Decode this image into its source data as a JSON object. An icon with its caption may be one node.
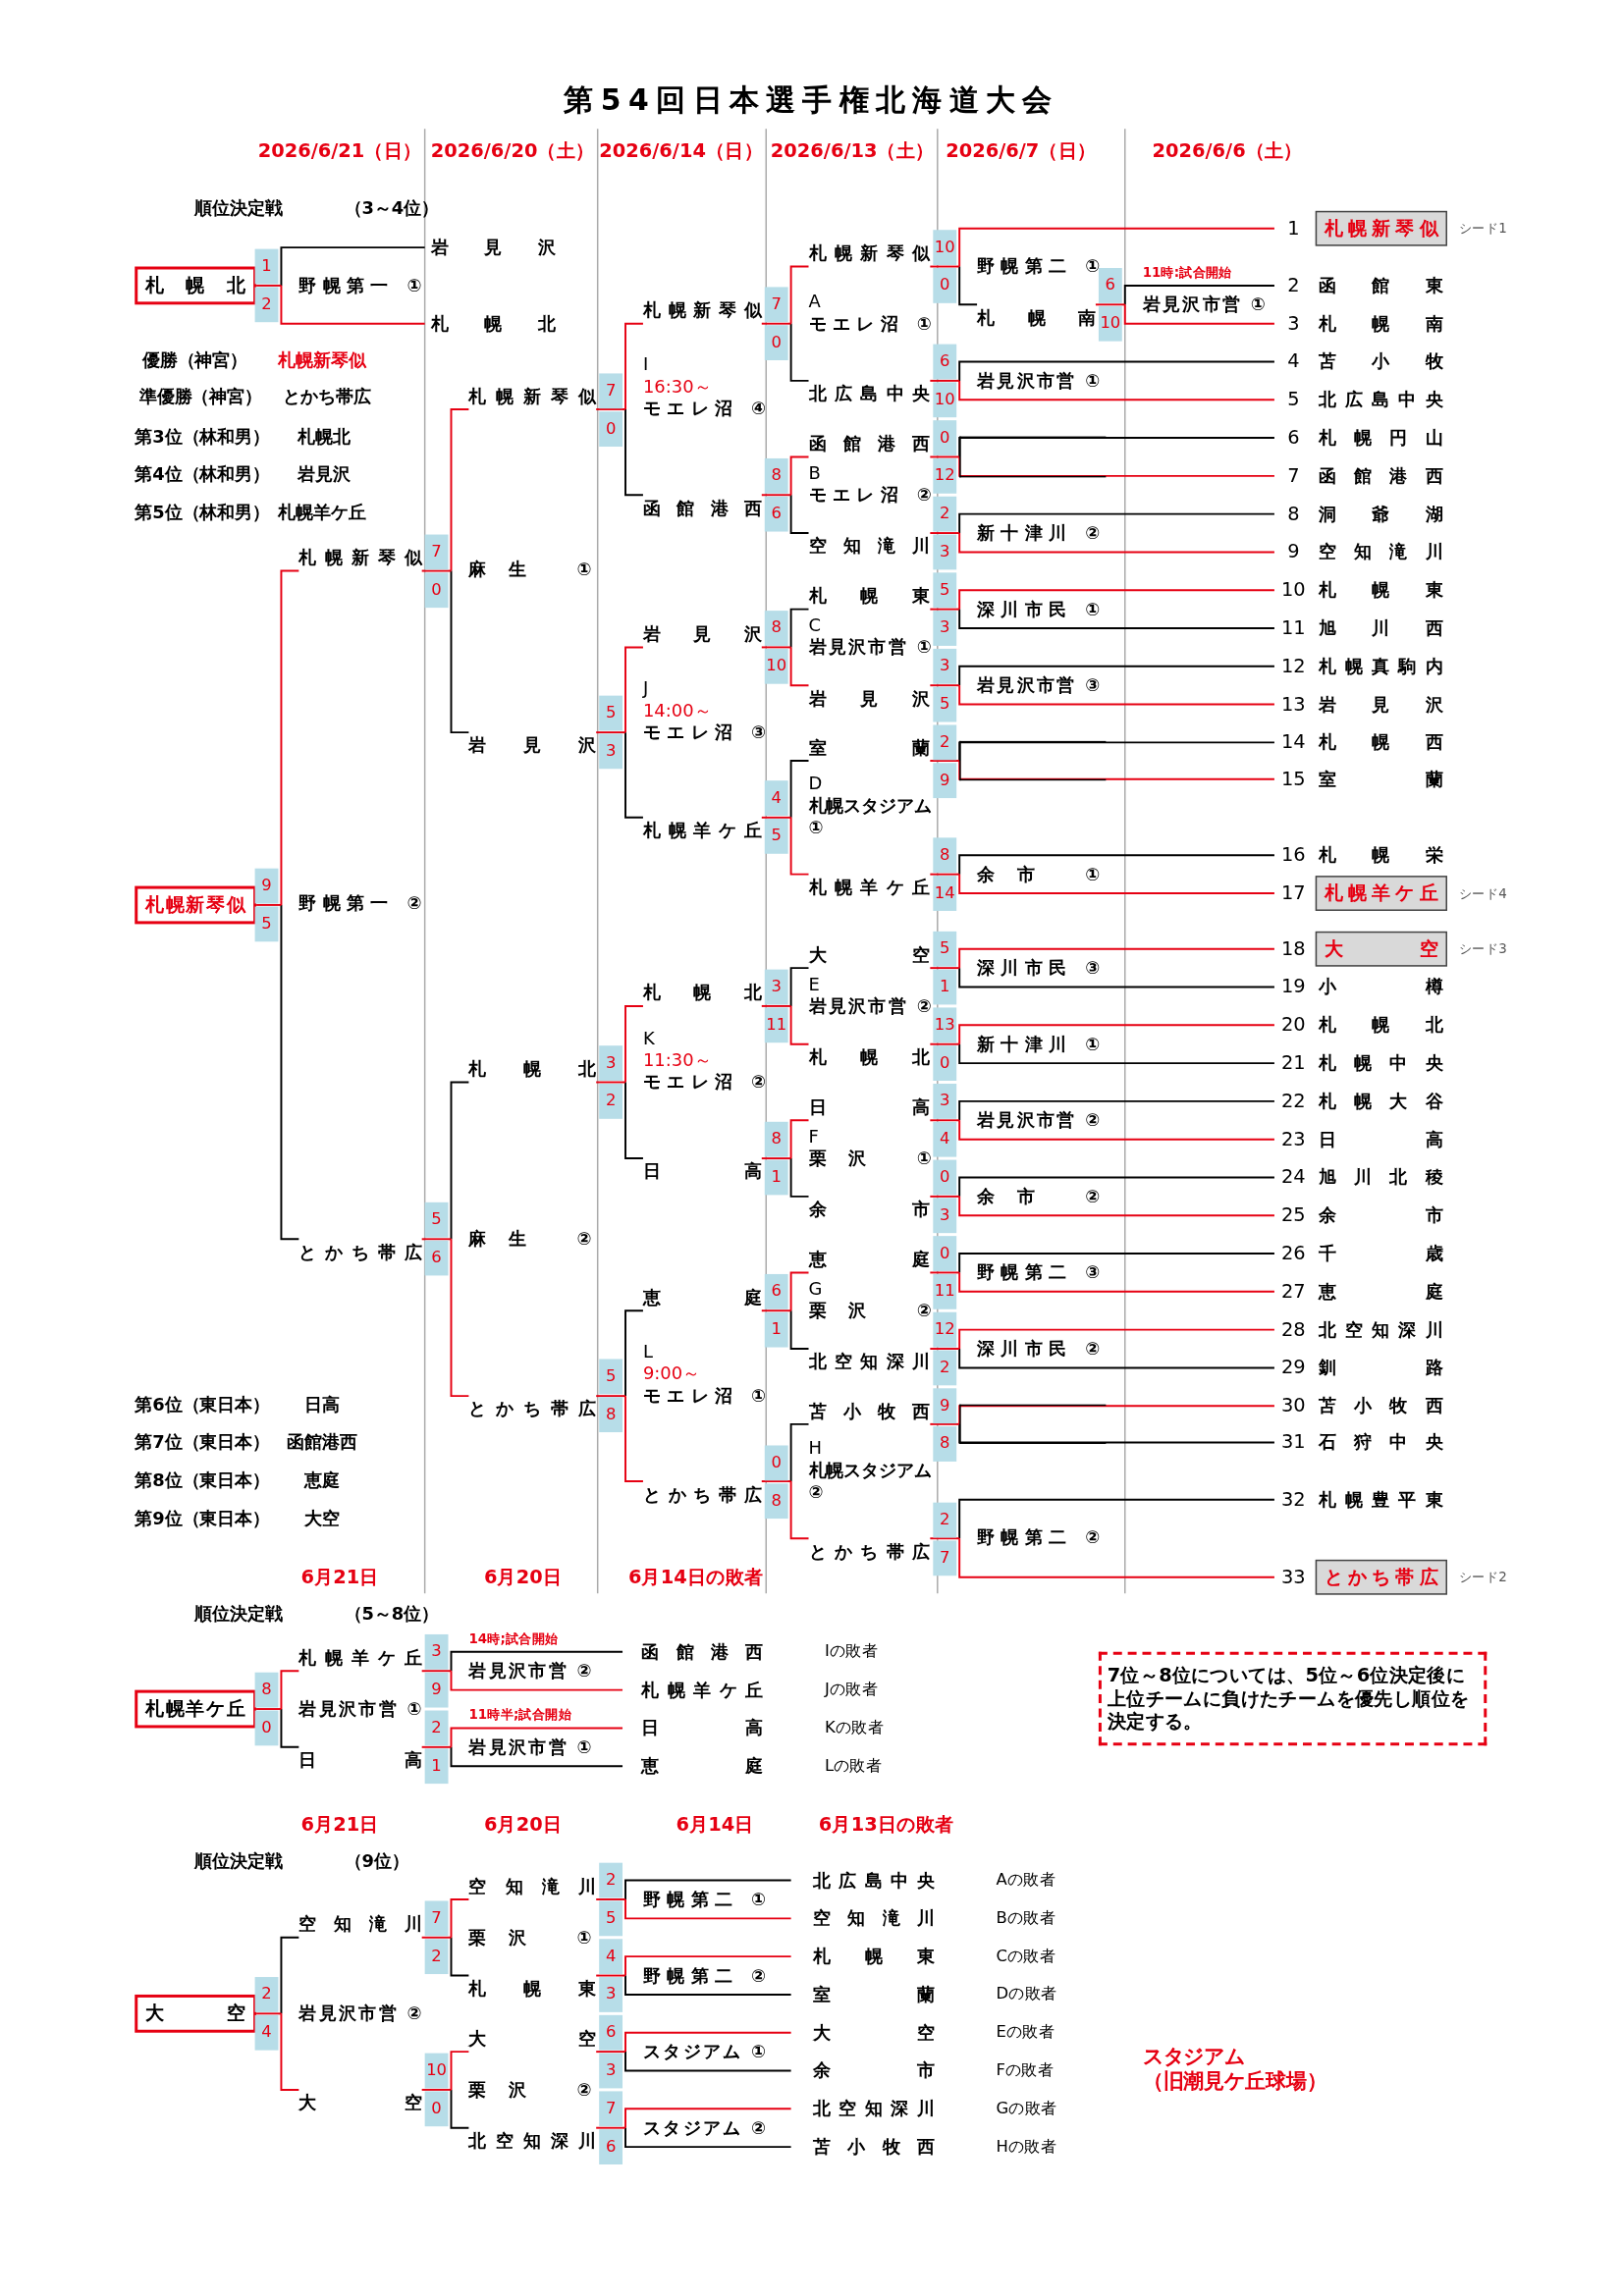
{
  "diagram": {
    "title": "第54回日本選手権北海道大会",
    "nodes": [
      {
        "text": [
          "札幌北"
        ]
      },
      {
        "text": [
          "野幌第一 ①"
        ]
      },
      {
        "text": [
          "岩見沢"
        ]
      },
      {
        "text": [
          "札幌北"
        ]
      },
      {
        "text": [
          "札幌新琴似"
        ]
      },
      {
        "text": [
          "野幌第一 ②"
        ]
      },
      {
        "text": [
          "札幌新琴似"
        ]
      },
      {
        "text": [
          "とかち帯広"
        ]
      },
      {
        "text": [
          "麻生 ①"
        ]
      },
      {
        "text": [
          "麻生 ②"
        ]
      },
      {
        "text": [
          "札幌新琴似"
        ]
      },
      {
        "text": [
          "岩見沢"
        ]
      },
      {
        "text": [
          "札幌北"
        ]
      },
      {
        "text": [
          "とかち帯広"
        ]
      },
      {
        "text": [
          "I",
          "16:30～",
          "モエレ沼 ④"
        ]
      },
      {
        "text": [
          "J",
          "14:00～",
          "モエレ沼 ③"
        ]
      },
      {
        "text": [
          "K",
          "11:30～",
          "モエレ沼 ②"
        ]
      },
      {
        "text": [
          "L",
          "9:00～",
          "モエレ沼 ①"
        ]
      },
      {
        "text": [
          "札幌新琴似"
        ]
      },
      {
        "text": [
          "函館港西"
        ]
      },
      {
        "text": [
          "岩見沢"
        ]
      },
      {
        "text": [
          "札幌羊ケ丘"
        ]
      },
      {
        "text": [
          "札幌北"
        ]
      },
      {
        "text": [
          "日高"
        ]
      },
      {
        "text": [
          "恵庭"
        ]
      },
      {
        "text": [
          "とかち帯広"
        ]
      },
      {
        "text": [
          "A",
          "モエレ沼 ①"
        ]
      },
      {
        "text": [
          "B",
          "モエレ沼 ②"
        ]
      },
      {
        "text": [
          "C",
          "岩見沢市営 ①"
        ]
      },
      {
        "text": [
          "D",
          "札幌スタジアム ①"
        ]
      },
      {
        "text": [
          "E",
          "岩見沢市営 ②"
        ]
      },
      {
        "text": [
          "F",
          "栗沢 ①"
        ]
      },
      {
        "text": [
          "G",
          "栗沢 ②"
        ]
      },
      {
        "text": [
          "H",
          "札幌スタジアム ②"
        ]
      },
      {
        "text": [
          "札幌新琴似"
        ]
      },
      {
        "text": [
          "北広島中央"
        ]
      },
      {
        "text": [
          "函館港西"
        ]
      },
      {
        "text": [
          "空知滝川"
        ]
      },
      {
        "text": [
          "札幌東"
        ]
      },
      {
        "text": [
          "岩見沢"
        ]
      },
      {
        "text": [
          "室蘭"
        ]
      },
      {
        "text": [
          "札幌羊ケ丘"
        ]
      },
      {
        "text": [
          "大空"
        ]
      },
      {
        "text": [
          "札幌北"
        ]
      },
      {
        "text": [
          "日高"
        ]
      },
      {
        "text": [
          "余市"
        ]
      },
      {
        "text": [
          "恵庭"
        ]
      },
      {
        "text": [
          "北空知深川"
        ]
      },
      {
        "text": [
          "苫小牧西"
        ]
      },
      {
        "text": [
          "とかち帯広"
        ]
      },
      {
        "text": [
          "野幌第二 ①"
        ]
      },
      {
        "text": [
          "岩見沢市営 ①"
        ]
      },
      {
        "text": [],
        "shape": "bracket"
      },
      {
        "text": [
          "新十津川 ②"
        ]
      },
      {
        "text": [
          "深川市民 ①"
        ]
      },
      {
        "text": [
          "岩見沢市営 ③"
        ]
      },
      {
        "text": [],
        "shape": "bracket"
      },
      {
        "text": [
          "余市 ①"
        ]
      },
      {
        "text": [
          "深川市民 ③"
        ]
      },
      {
        "text": [
          "新十津川 ①"
        ]
      },
      {
        "text": [
          "岩見沢市営 ②"
        ]
      },
      {
        "text": [
          "余市 ②"
        ]
      },
      {
        "text": [
          "野幌第二 ③"
        ]
      },
      {
        "text": [
          "深川市民 ②"
        ]
      },
      {
        "text": [],
        "shape": "bracket"
      },
      {
        "text": [
          "野幌第二 ②"
        ]
      },
      {
        "text": [
          "札幌南"
        ]
      },
      {
        "text": [
          "11時:試合開始",
          "岩見沢市営 ①"
        ]
      },
      {
        "text": [
          "札幌新琴似"
        ],
        "beside": [
          "1",
          "シード1"
        ]
      },
      {
        "text": [
          "函館東"
        ],
        "beside": [
          "2"
        ]
      },
      {
        "text": [
          "札幌南"
        ],
        "beside": [
          "3"
        ]
      },
      {
        "text": [
          "苫小牧"
        ],
        "beside": [
          "4"
        ]
      },
      {
        "text": [
          "北広島中央"
        ],
        "beside": [
          "5"
        ]
      },
      {
        "text": [
          "札幌円山"
        ],
        "beside": [
          "6"
        ]
      },
      {
        "text": [
          "函館港西"
        ],
        "beside": [
          "7"
        ]
      },
      {
        "text": [
          "洞爺湖"
        ],
        "beside": [
          "8"
        ]
      },
      {
        "text": [
          "空知滝川"
        ],
        "beside": [
          "9"
        ]
      },
      {
        "text": [
          "札幌東"
        ],
        "beside": [
          "10"
        ]
      },
      {
        "text": [
          "旭川西"
        ],
        "beside": [
          "11"
        ]
      },
      {
        "text": [
          "札幌真駒内"
        ],
        "beside": [
          "12"
        ]
      },
      {
        "text": [
          "岩見沢"
        ],
        "beside": [
          "13"
        ]
      },
      {
        "text": [
          "札幌西"
        ],
        "beside": [
          "14"
        ]
      },
      {
        "text": [
          "室蘭"
        ],
        "beside": [
          "15"
        ]
      },
      {
        "text": [
          "札幌栄"
        ],
        "beside": [
          "16"
        ]
      },
      {
        "text": [
          "札幌羊ケ丘"
        ],
        "beside": [
          "17",
          "シード4"
        ]
      },
      {
        "text": [
          "大空"
        ],
        "beside": [
          "18",
          "シード3"
        ]
      },
      {
        "text": [
          "小樽"
        ],
        "beside": [
          "19"
        ]
      },
      {
        "text": [
          "札幌北"
        ],
        "beside": [
          "20"
        ]
      },
      {
        "text": [
          "札幌中央"
        ],
        "beside": [
          "21"
        ]
      },
      {
        "text": [
          "札幌大谷"
        ],
        "beside": [
          "22"
        ]
      },
      {
        "text": [
          "日高"
        ],
        "beside": [
          "23"
        ]
      },
      {
        "text": [
          "旭川北稜"
        ],
        "beside": [
          "24"
        ]
      },
      {
        "text": [
          "余市"
        ],
        "beside": [
          "25"
        ]
      },
      {
        "text": [
          "千歳"
        ],
        "beside": [
          "26"
        ]
      },
      {
        "text": [
          "恵庭"
        ],
        "beside": [
          "27"
        ]
      },
      {
        "text": [
          "北空知深川"
        ],
        "beside": [
          "28"
        ]
      },
      {
        "text": [
          "釧路"
        ],
        "beside": [
          "29"
        ]
      },
      {
        "text": [
          "苫小牧西"
        ],
        "beside": [
          "30"
        ]
      },
      {
        "text": [
          "石狩中央"
        ],
        "beside": [
          "31"
        ]
      },
      {
        "text": [
          "札幌豊平東"
        ],
        "beside": [
          "32"
        ]
      },
      {
        "text": [
          "とかち帯広"
        ],
        "beside": [
          "33",
          "シード2"
        ]
      },
      {
        "text": [
          "札幌羊ケ丘"
        ]
      },
      {
        "text": [
          "岩見沢市営 ①"
        ]
      },
      {
        "text": [
          "札幌羊ケ丘"
        ]
      },
      {
        "text": [
          "日高"
        ]
      },
      {
        "text": [
          "14時;試合開始",
          "岩見沢市営 ②"
        ]
      },
      {
        "text": [
          "11時半;試合開始",
          "岩見沢市営 ①"
        ]
      },
      {
        "text": [
          "函館港西"
        ],
        "beside": [
          "Iの敗者"
        ]
      },
      {
        "text": [
          "札幌羊ケ丘"
        ],
        "beside": [
          "Jの敗者"
        ]
      },
      {
        "text": [
          "日高"
        ],
        "beside": [
          "Kの敗者"
        ]
      },
      {
        "text": [
          "恵庭"
        ],
        "beside": [
          "Lの敗者"
        ]
      },
      {
        "text": [
          "大空"
        ]
      },
      {
        "text": [
          "岩見沢市営 ②"
        ]
      },
      {
        "text": [
          "空知滝川"
        ]
      },
      {
        "text": [
          "大空"
        ]
      },
      {
        "text": [
          "栗沢 ①"
        ]
      },
      {
        "text": [
          "栗沢 ②"
        ]
      },
      {
        "text": [
          "空知滝川"
        ]
      },
      {
        "text": [
          "札幌東"
        ]
      },
      {
        "text": [
          "大空"
        ]
      },
      {
        "text": [
          "北空知深川"
        ]
      },
      {
        "text": [
          "野幌第二 ①"
        ]
      },
      {
        "text": [
          "野幌第二 ②"
        ]
      },
      {
        "text": [
          "スタジアム ①"
        ]
      },
      {
        "text": [
          "スタジアム ②"
        ]
      },
      {
        "text": [
          "北広島中央"
        ],
        "beside": [
          "Aの敗者"
        ]
      },
      {
        "text": [
          "空知滝川"
        ],
        "beside": [
          "Bの敗者"
        ]
      },
      {
        "text": [
          "札幌東"
        ],
        "beside": [
          "Cの敗者"
        ]
      },
      {
        "text": [
          "室蘭"
        ],
        "beside": [
          "Dの敗者"
        ]
      },
      {
        "text": [
          "大空"
        ],
        "beside": [
          "Eの敗者"
        ]
      },
      {
        "text": [
          "余市"
        ],
        "beside": [
          "Fの敗者"
        ]
      },
      {
        "text": [
          "北空知深川"
        ],
        "beside": [
          "Gの敗者"
        ]
      },
      {
        "text": [
          "苫小牧西"
        ],
        "beside": [
          "Hの敗者"
        ]
      },
      {
        "text": [
          "7位～8位については、5位～6位決定後に上位チームに負けたチームを優先し順位を決定する。"
        ]
      }
    ],
    "edges": [
      {
        "from": 2,
        "to": 1,
        "arrow": "none",
        "label": "1",
        "color": "#000000"
      },
      {
        "from": 3,
        "to": 1,
        "arrow": "none",
        "label": "2"
      },
      {
        "from": 1,
        "to": 0,
        "arrow": "none"
      },
      {
        "from": 6,
        "to": 5,
        "arrow": "none",
        "label": "9"
      },
      {
        "from": 7,
        "to": 5,
        "arrow": "none",
        "label": "5",
        "color": "#000000"
      },
      {
        "from": 5,
        "to": 4,
        "arrow": "none"
      },
      {
        "from": 10,
        "to": 8,
        "arrow": "none",
        "label": "7"
      },
      {
        "from": 11,
        "to": 8,
        "arrow": "none",
        "label": "0",
        "color": "#000000"
      },
      {
        "from": 8,
        "to": 6,
        "arrow": "none"
      },
      {
        "from": 12,
        "to": 9,
        "arrow": "none",
        "label": "5",
        "color": "#000000"
      },
      {
        "from": 13,
        "to": 9,
        "arrow": "none",
        "label": "6"
      },
      {
        "from": 9,
        "to": 7,
        "arrow": "none"
      },
      {
        "from": 18,
        "to": 14,
        "arrow": "none",
        "label": "7"
      },
      {
        "from": 19,
        "to": 14,
        "arrow": "none",
        "label": "0",
        "color": "#000000"
      },
      {
        "from": 14,
        "to": 10,
        "arrow": "none"
      },
      {
        "from": 20,
        "to": 15,
        "arrow": "none",
        "label": "5"
      },
      {
        "from": 21,
        "to": 15,
        "arrow": "none",
        "label": "3",
        "color": "#000000"
      },
      {
        "from": 15,
        "to": 11,
        "arrow": "none"
      },
      {
        "from": 22,
        "to": 16,
        "arrow": "none",
        "label": "3"
      },
      {
        "from": 23,
        "to": 16,
        "arrow": "none",
        "label": "2",
        "color": "#000000"
      },
      {
        "from": 16,
        "to": 12,
        "arrow": "none"
      },
      {
        "from": 24,
        "to": 17,
        "arrow": "none",
        "label": "5",
        "color": "#000000"
      },
      {
        "from": 25,
        "to": 17,
        "arrow": "none",
        "label": "8"
      },
      {
        "from": 17,
        "to": 13,
        "arrow": "none"
      },
      {
        "from": 34,
        "to": 26,
        "arrow": "none",
        "label": "7"
      },
      {
        "from": 35,
        "to": 26,
        "arrow": "none",
        "label": "0",
        "color": "#000000"
      },
      {
        "from": 26,
        "to": 18,
        "arrow": "none"
      },
      {
        "from": 36,
        "to": 27,
        "arrow": "none",
        "label": "8"
      },
      {
        "from": 37,
        "to": 27,
        "arrow": "none",
        "label": "6",
        "color": "#000000"
      },
      {
        "from": 27,
        "to": 19,
        "arrow": "none"
      },
      {
        "from": 38,
        "to": 28,
        "arrow": "none",
        "label": "8",
        "color": "#000000"
      },
      {
        "from": 39,
        "to": 28,
        "arrow": "none",
        "label": "10"
      },
      {
        "from": 28,
        "to": 20,
        "arrow": "none"
      },
      {
        "from": 40,
        "to": 29,
        "arrow": "none",
        "label": "4",
        "color": "#000000"
      },
      {
        "from": 41,
        "to": 29,
        "arrow": "none",
        "label": "5"
      },
      {
        "from": 29,
        "to": 21,
        "arrow": "none"
      },
      {
        "from": 42,
        "to": 30,
        "arrow": "none",
        "label": "3",
        "color": "#000000"
      },
      {
        "from": 43,
        "to": 30,
        "arrow": "none",
        "label": "11"
      },
      {
        "from": 30,
        "to": 22,
        "arrow": "none"
      },
      {
        "from": 44,
        "to": 31,
        "arrow": "none",
        "label": "8"
      },
      {
        "from": 45,
        "to": 31,
        "arrow": "none",
        "label": "1",
        "color": "#000000"
      },
      {
        "from": 31,
        "to": 23,
        "arrow": "none"
      },
      {
        "from": 46,
        "to": 32,
        "arrow": "none",
        "label": "6"
      },
      {
        "from": 47,
        "to": 32,
        "arrow": "none",
        "label": "1",
        "color": "#000000"
      },
      {
        "from": 32,
        "to": 24,
        "arrow": "none"
      },
      {
        "from": 48,
        "to": 33,
        "arrow": "none",
        "label": "0",
        "color": "#000000"
      },
      {
        "from": 49,
        "to": 33,
        "arrow": "none",
        "label": "8"
      },
      {
        "from": 33,
        "to": 25,
        "arrow": "none"
      },
      {
        "from": 68,
        "to": 50,
        "arrow": "none",
        "label": "10"
      },
      {
        "from": 66,
        "to": 50,
        "arrow": "none",
        "label": "0",
        "color": "#000000"
      },
      {
        "from": 50,
        "to": 34,
        "arrow": "none"
      },
      {
        "from": 71,
        "to": 51,
        "arrow": "none",
        "label": "6",
        "color": "#000000"
      },
      {
        "from": 72,
        "to": 51,
        "arrow": "none",
        "label": "10"
      },
      {
        "from": 51,
        "to": 35,
        "arrow": "none"
      },
      {
        "from": 73,
        "to": 52,
        "arrow": "none",
        "label": "0",
        "color": "#000000"
      },
      {
        "from": 74,
        "to": 52,
        "arrow": "none",
        "label": "12"
      },
      {
        "from": 52,
        "to": 36,
        "arrow": "none"
      },
      {
        "from": 75,
        "to": 53,
        "arrow": "none",
        "label": "2",
        "color": "#000000"
      },
      {
        "from": 76,
        "to": 53,
        "arrow": "none",
        "label": "3"
      },
      {
        "from": 53,
        "to": 37,
        "arrow": "none"
      },
      {
        "from": 77,
        "to": 54,
        "arrow": "none",
        "label": "5"
      },
      {
        "from": 78,
        "to": 54,
        "arrow": "none",
        "label": "3",
        "color": "#000000"
      },
      {
        "from": 54,
        "to": 38,
        "arrow": "none"
      },
      {
        "from": 79,
        "to": 55,
        "arrow": "none",
        "label": "3",
        "color": "#000000"
      },
      {
        "from": 80,
        "to": 55,
        "arrow": "none",
        "label": "5"
      },
      {
        "from": 55,
        "to": 39,
        "arrow": "none"
      },
      {
        "from": 81,
        "to": 56,
        "arrow": "none",
        "label": "2",
        "color": "#000000"
      },
      {
        "from": 82,
        "to": 56,
        "arrow": "none",
        "label": "9"
      },
      {
        "from": 56,
        "to": 40,
        "arrow": "none"
      },
      {
        "from": 83,
        "to": 57,
        "arrow": "none",
        "label": "8",
        "color": "#000000"
      },
      {
        "from": 84,
        "to": 57,
        "arrow": "none",
        "label": "14"
      },
      {
        "from": 57,
        "to": 41,
        "arrow": "none"
      },
      {
        "from": 85,
        "to": 58,
        "arrow": "none",
        "label": "5"
      },
      {
        "from": 86,
        "to": 58,
        "arrow": "none",
        "label": "1",
        "color": "#000000"
      },
      {
        "from": 58,
        "to": 42,
        "arrow": "none"
      },
      {
        "from": 87,
        "to": 59,
        "arrow": "none",
        "label": "13"
      },
      {
        "from": 88,
        "to": 59,
        "arrow": "none",
        "label": "0",
        "color": "#000000"
      },
      {
        "from": 59,
        "to": 43,
        "arrow": "none"
      },
      {
        "from": 89,
        "to": 60,
        "arrow": "none",
        "label": "3",
        "color": "#000000"
      },
      {
        "from": 90,
        "to": 60,
        "arrow": "none",
        "label": "4"
      },
      {
        "from": 60,
        "to": 44,
        "arrow": "none"
      },
      {
        "from": 91,
        "to": 61,
        "arrow": "none",
        "label": "0",
        "color": "#000000"
      },
      {
        "from": 92,
        "to": 61,
        "arrow": "none",
        "label": "3"
      },
      {
        "from": 61,
        "to": 45,
        "arrow": "none"
      },
      {
        "from": 93,
        "to": 62,
        "arrow": "none",
        "label": "0",
        "color": "#000000"
      },
      {
        "from": 94,
        "to": 62,
        "arrow": "none",
        "label": "11"
      },
      {
        "from": 62,
        "to": 46,
        "arrow": "none"
      },
      {
        "from": 95,
        "to": 63,
        "arrow": "none",
        "label": "12"
      },
      {
        "from": 96,
        "to": 63,
        "arrow": "none",
        "label": "2",
        "color": "#000000"
      },
      {
        "from": 63,
        "to": 47,
        "arrow": "none"
      },
      {
        "from": 97,
        "to": 64,
        "arrow": "none",
        "label": "9"
      },
      {
        "from": 98,
        "to": 64,
        "arrow": "none",
        "label": "8",
        "color": "#000000"
      },
      {
        "from": 64,
        "to": 48,
        "arrow": "none"
      },
      {
        "from": 99,
        "to": 65,
        "arrow": "none",
        "label": "2",
        "color": "#000000"
      },
      {
        "from": 100,
        "to": 65,
        "arrow": "none",
        "label": "7"
      },
      {
        "from": 65,
        "to": 49,
        "arrow": "none"
      },
      {
        "from": 69,
        "to": 67,
        "arrow": "none",
        "label": "6",
        "color": "#000000"
      },
      {
        "from": 70,
        "to": 67,
        "arrow": "none",
        "label": "10"
      },
      {
        "from": 67,
        "to": 66,
        "arrow": "none"
      },
      {
        "from": 103,
        "to": 102,
        "arrow": "none",
        "label": "8"
      },
      {
        "from": 104,
        "to": 102,
        "arrow": "none",
        "label": "0",
        "color": "#000000"
      },
      {
        "from": 102,
        "to": 101,
        "arrow": "none"
      },
      {
        "from": 107,
        "to": 105,
        "arrow": "none",
        "label": "3",
        "color": "#000000"
      },
      {
        "from": 108,
        "to": 105,
        "arrow": "none",
        "label": "9"
      },
      {
        "from": 105,
        "to": 103,
        "arrow": "none"
      },
      {
        "from": 109,
        "to": 106,
        "arrow": "none",
        "label": "2"
      },
      {
        "from": 110,
        "to": 106,
        "arrow": "none",
        "label": "1",
        "color": "#000000"
      },
      {
        "from": 106,
        "to": 104,
        "arrow": "none"
      },
      {
        "from": 113,
        "to": 112,
        "arrow": "none",
        "label": "2",
        "color": "#000000"
      },
      {
        "from": 114,
        "to": 112,
        "arrow": "none",
        "label": "4"
      },
      {
        "from": 112,
        "to": 111,
        "arrow": "none"
      },
      {
        "from": 117,
        "to": 115,
        "arrow": "none",
        "label": "7"
      },
      {
        "from": 118,
        "to": 115,
        "arrow": "none",
        "label": "2",
        "color": "#000000"
      },
      {
        "from": 115,
        "to": 113,
        "arrow": "none"
      },
      {
        "from": 119,
        "to": 116,
        "arrow": "none",
        "label": "10"
      },
      {
        "from": 120,
        "to": 116,
        "arrow": "none",
        "label": "0",
        "color": "#000000"
      },
      {
        "from": 116,
        "to": 114,
        "arrow": "none"
      },
      {
        "from": 125,
        "to": 121,
        "arrow": "none",
        "label": "2",
        "color": "#000000"
      },
      {
        "from": 126,
        "to": 121,
        "arrow": "none",
        "label": "5"
      },
      {
        "from": 121,
        "to": 117,
        "arrow": "none"
      },
      {
        "from": 127,
        "to": 122,
        "arrow": "none",
        "label": "4"
      },
      {
        "from": 128,
        "to": 122,
        "arrow": "none",
        "label": "3",
        "color": "#000000"
      },
      {
        "from": 122,
        "to": 118,
        "arrow": "none"
      },
      {
        "from": 129,
        "to": 123,
        "arrow": "none",
        "label": "6"
      },
      {
        "from": 130,
        "to": 123,
        "arrow": "none",
        "label": "3",
        "color": "#000000"
      },
      {
        "from": 123,
        "to": 119,
        "arrow": "none"
      },
      {
        "from": 131,
        "to": 124,
        "arrow": "none",
        "label": "7"
      },
      {
        "from": 132,
        "to": 124,
        "arrow": "none",
        "label": "6",
        "color": "#000000"
      },
      {
        "from": 124,
        "to": 120,
        "arrow": "none"
      }
    ],
    "labels": [
      "2026/6/21（日）",
      "2026/6/20（土）",
      "2026/6/14（日）",
      "2026/6/13（土）",
      "2026/6/7（日）",
      "2026/6/6（土）",
      "順位決定戦",
      "（3～4位）",
      "優勝（神宮）",
      "札幌新琴似",
      "準優勝（神宮）",
      "とかち帯広",
      "第3位（林和男）",
      "札幌北",
      "第4位（林和男）",
      "岩見沢",
      "第5位（林和男）",
      "札幌羊ケ丘",
      "第6位（東日本）",
      "日高",
      "第7位（東日本）",
      "函館港西",
      "第8位（東日本）",
      "恵庭",
      "第9位（東日本）",
      "大空",
      "6月21日",
      "6月20日",
      "6月14日の敗者",
      "順位決定戦",
      "（5～8位）",
      "6月21日",
      "6月20日",
      "6月14日",
      "6月13日の敗者",
      "順位決定戦",
      "（9位）",
      "スタジアム（旧潮見ケ丘球場）"
    ]
  }
}
